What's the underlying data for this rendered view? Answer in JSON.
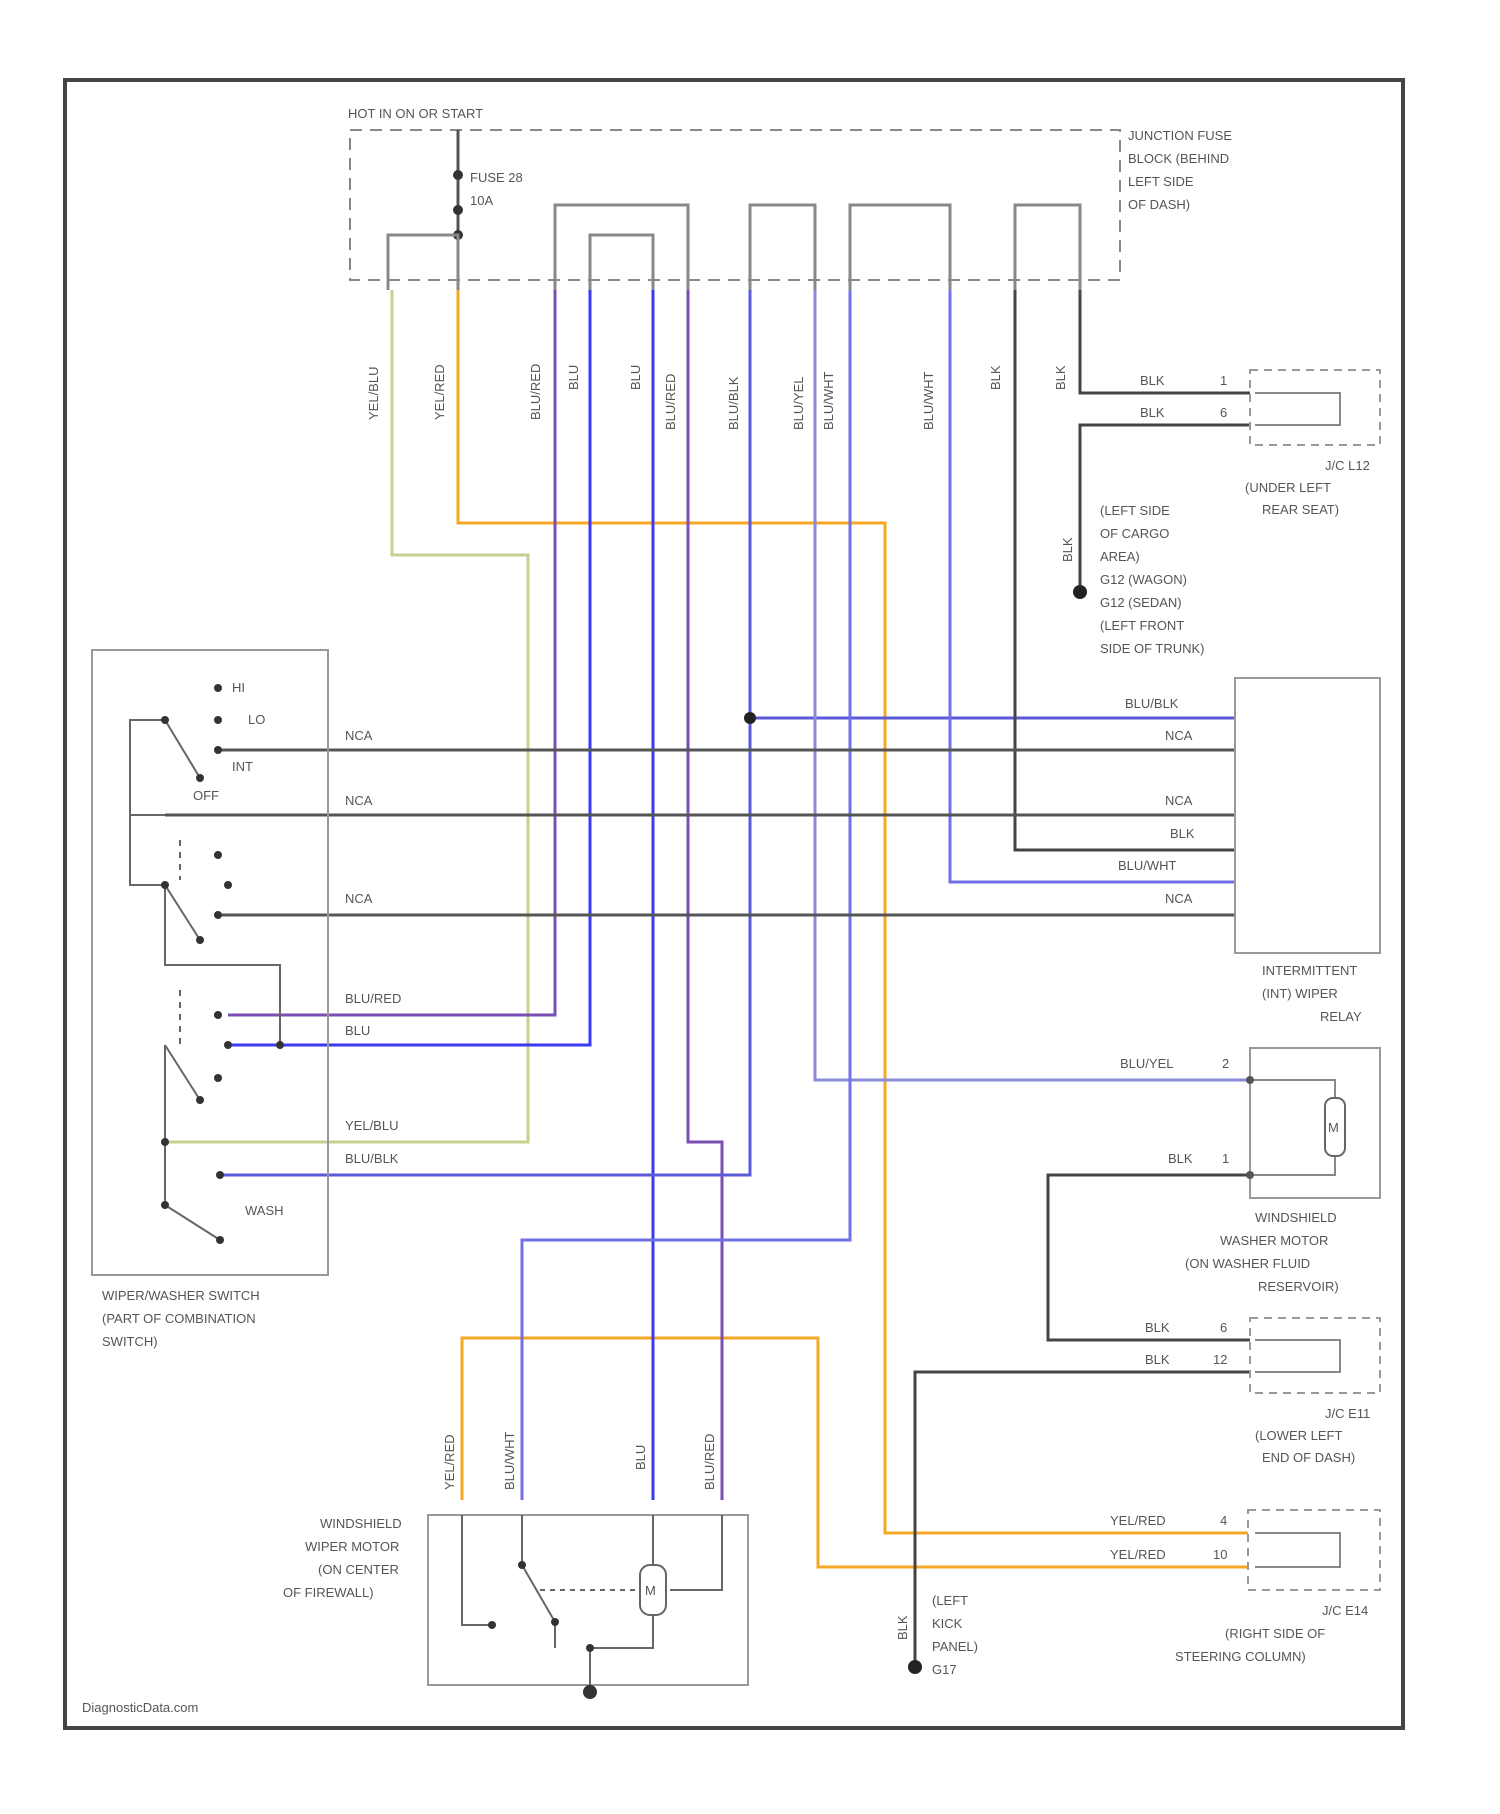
{
  "fuse_block": {
    "power_label": "HOT IN ON OR START",
    "fuse_label": "FUSE 28",
    "fuse_rating": "10A",
    "location": [
      "JUNCTION FUSE",
      "BLOCK (BEHIND",
      "LEFT SIDE",
      "OF DASH)"
    ]
  },
  "wire_colors": {
    "yel_blu": "#c9cf8f",
    "yel_red": "#f5a623",
    "blu_red": "#7a4fb5",
    "blu": "#3a3af0",
    "blu_blk": "#5a5ad8",
    "blu_yel": "#8a8ad8",
    "blu_wht": "#7070e8",
    "blk": "#444444",
    "nca": "#555555"
  },
  "top_wires": [
    "YEL/BLU",
    "YEL/RED",
    "BLU/RED",
    "BLU",
    "BLU",
    "BLU/RED",
    "BLU/BLK",
    "BLU/YEL",
    "BLU/WHT",
    "BLU/WHT",
    "BLK",
    "BLK"
  ],
  "jc_l12": {
    "wires": [
      "BLK",
      "BLK"
    ],
    "pins": [
      "1",
      "6"
    ],
    "title": "J/C L12",
    "location": [
      "(UNDER LEFT",
      "REAR SEAT)"
    ]
  },
  "ground_cargo": {
    "wire": "BLK",
    "label": [
      "(LEFT SIDE",
      "OF CARGO",
      "AREA)",
      "G12 (WAGON)",
      "G12 (SEDAN)",
      "(LEFT FRONT",
      "SIDE OF TRUNK)"
    ]
  },
  "switch": {
    "positions": [
      "HI",
      "LO",
      "INT",
      "OFF"
    ],
    "wash_label": "WASH",
    "title": [
      "WIPER/WASHER SWITCH",
      "(PART OF COMBINATION",
      "SWITCH)"
    ],
    "wires": [
      "NCA",
      "NCA",
      "NCA",
      "BLU/RED",
      "BLU",
      "YEL/BLU",
      "BLU/BLK"
    ]
  },
  "relay": {
    "wires": [
      "BLU/BLK",
      "NCA",
      "NCA",
      "BLK",
      "BLU/WHT",
      "NCA"
    ],
    "title": [
      "INTERMITTENT",
      "(INT) WIPER",
      "RELAY"
    ]
  },
  "washer_motor": {
    "wires": [
      "BLU/YEL",
      "BLK"
    ],
    "pins": [
      "2",
      "1"
    ],
    "symbol": "M",
    "title": [
      "WINDSHIELD",
      "WASHER MOTOR",
      "(ON WASHER FLUID",
      "RESERVOIR)"
    ]
  },
  "jc_e11": {
    "wires": [
      "BLK",
      "BLK"
    ],
    "pins": [
      "6",
      "12"
    ],
    "title": "J/C E11",
    "location": [
      "(LOWER LEFT",
      "END OF DASH)"
    ]
  },
  "jc_e14": {
    "wires": [
      "YEL/RED",
      "YEL/RED"
    ],
    "pins": [
      "4",
      "10"
    ],
    "title": "J/C E14",
    "location": [
      "(RIGHT SIDE OF",
      "STEERING COLUMN)"
    ]
  },
  "wiper_motor": {
    "wires": [
      "YEL/RED",
      "BLU/WHT",
      "BLU",
      "BLU/RED"
    ],
    "symbol": "M",
    "title": [
      "WINDSHIELD",
      "WIPER MOTOR",
      "(ON CENTER",
      "OF FIREWALL)"
    ]
  },
  "ground_kick": {
    "wire": "BLK",
    "label": [
      "(LEFT",
      "KICK",
      "PANEL)",
      "G17"
    ]
  },
  "footer": "DiagnosticData.com"
}
